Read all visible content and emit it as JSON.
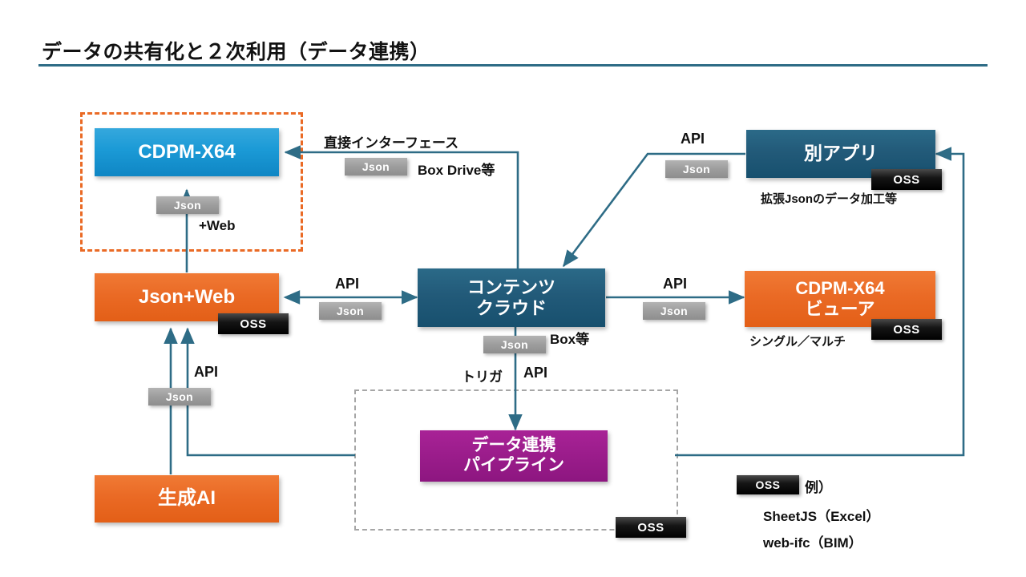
{
  "page": {
    "title": "データの共有化と２次利用（データ連携）",
    "rule_color": "#2e6c86"
  },
  "nodes": {
    "cdpm_x64": {
      "label": "CDPM-X64",
      "color": "#1b9ad6"
    },
    "json_web": {
      "label": "Json+Web",
      "color": "#ea6a25"
    },
    "contents_cloud": {
      "line1": "コンテンツ",
      "line2": "クラウド",
      "color": "#225a79"
    },
    "other_app": {
      "label": "別アプリ",
      "color": "#225a79"
    },
    "viewer": {
      "line1": "CDPM-X64",
      "line2": "ビューア",
      "color": "#ea6a25"
    },
    "pipeline": {
      "line1": "データ連携",
      "line2": "パイプライン",
      "color": "#9c1d8c"
    },
    "gen_ai": {
      "label": "生成AI",
      "color": "#ea6a25"
    }
  },
  "captions": {
    "other_app": "拡張Jsonのデータ加工等",
    "viewer": "シングル／マルチ",
    "contents_cloud": "Box等",
    "cdpm_web": "+Web"
  },
  "edge_labels": {
    "direct_interface": "直接インターフェース",
    "box_drive": "Box Drive等",
    "api_cloud_to_app": "API",
    "api_jsonweb_cloud": "API",
    "api_cloud_viewer": "API",
    "api_genai": "API",
    "trigger": "トリガ",
    "api_pipeline": "API"
  },
  "badges": {
    "json": "Json",
    "oss": "OSS"
  },
  "json_badges": [
    {
      "id": "json-cdpm",
      "text": "Json"
    },
    {
      "id": "json-boxdrive",
      "text": "Json"
    },
    {
      "id": "json-otherapp",
      "text": "Json"
    },
    {
      "id": "json-jsonweb",
      "text": "Json"
    },
    {
      "id": "json-viewer",
      "text": "Json"
    },
    {
      "id": "json-cloud",
      "text": "Json"
    },
    {
      "id": "json-genai",
      "text": "Json"
    }
  ],
  "oss_badges": [
    {
      "id": "oss-jsonweb",
      "text": "OSS"
    },
    {
      "id": "oss-otherapp",
      "text": "OSS"
    },
    {
      "id": "oss-viewer",
      "text": "OSS"
    },
    {
      "id": "oss-pipeline",
      "text": "OSS"
    },
    {
      "id": "oss-legend",
      "text": "OSS"
    }
  ],
  "legend": {
    "badge": "OSS",
    "example_label": "例）",
    "items": [
      "SheetJS（Excel）",
      "web-ifc（BIM）"
    ]
  },
  "colors": {
    "wire": "#2e6c86",
    "dashed_group_orange": "#ea6a25",
    "dashed_group_gray": "#a6a6a6"
  }
}
